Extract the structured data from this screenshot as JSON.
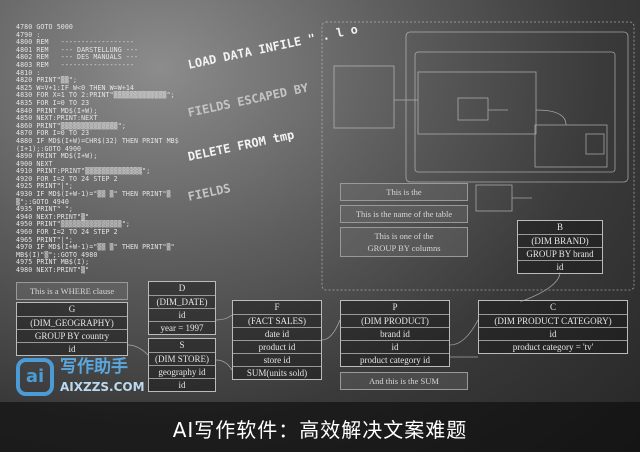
{
  "code_lines": [
    "4780 GOTO 5000",
    "4790 :",
    "4800 REM   ------------------",
    "4801 REM   --- DARSTELLUNG ---",
    "4802 REM   --- DES MANUALS ---",
    "4803 REM   ------------------",
    "4810 :",
    "4820 PRINT\"▒▒\";",
    "4825 W=V+1:IF W<0 THEN W=W+14",
    "4830 FOR X=1 TO 2:PRINT\"▒▒▒▒▒▒▒▒▒▒▒▒▒\";",
    "4835 FOR I=0 TO 23",
    "4840 PRINT MD$(I+W);",
    "4850 NEXT:PRINT:NEXT",
    "4860 PRINT\"▒▒▒▒▒▒▒▒▒▒▒▒▒▒\";",
    "4870 FOR I=0 TO 23",
    "4880 IF MD$(I+W)=CHR$(32) THEN PRINT MB$",
    "(I+1);:GOTO 4900",
    "4890 PRINT MD$(I+W);",
    "4900 NEXT",
    "4910 PRINT:PRINT\"▒▒▒▒▒▒▒▒▒▒▒▒▒▒\";",
    "4920 FOR I=2 TO 24 STEP 2",
    "4925 PRINT\"|\";",
    "4930 IF MD$(I+W-1)=\"▒▒ ▒\" THEN PRINT\"▒",
    "▒\";:GOTO 4940",
    "4935 PRINT\" \";",
    "4940 NEXT:PRINT\"▒\"",
    "4950 PRINT\"▒▒▒▒▒▒▒▒▒▒▒▒▒▒▒\";",
    "4960 FOR I=2 TO 24 STEP 2",
    "4965 PRINT\"|\";",
    "4970 IF MD$(I+W-1)=\"▒▒ ▒\" THEN PRINT\"▒\"",
    "MB$(I)\"▒\";:GOTO 4980",
    "4975 PRINT MB$(I);",
    "4980 NEXT:PRINT\"▒\""
  ],
  "sql": {
    "line1": "DELETE FROM tmp",
    "line2": "LOAD DATA INFILE \"  . l o",
    "line3": "FIELDS ESCAPED BY",
    "line4": "FIELDS"
  },
  "tables": {
    "date": [
      "D",
      "(DIM_DATE)",
      "id",
      "year = 1997"
    ],
    "fact": [
      "F",
      "(FACT SALES)",
      "date id",
      "product id",
      "store id",
      "SUM(units sold)"
    ],
    "store": [
      "S",
      "(DIM STORE)",
      "geography id",
      "id"
    ],
    "geo": [
      "G",
      "(DIM_GEOGRAPHY)",
      "GROUP BY country",
      "id"
    ],
    "product": [
      "P",
      "(DIM PRODUCT)",
      "brand id",
      "id",
      "product category id"
    ],
    "category": [
      "C",
      "(DIM PRODUCT CATEGORY)",
      "id",
      "product category = 'tv'"
    ],
    "brand": [
      "B",
      "(DIM BRAND)",
      "GROUP BY brand",
      "id"
    ]
  },
  "notes": {
    "where": "This is a WHERE clause",
    "this_is": "This is the",
    "table_name": "This is the name of the table",
    "group_by_1": "This is one of the",
    "group_by_2": "GROUP BY columns",
    "sum": "And this is the SUM"
  },
  "watermark": {
    "mark": "ai",
    "name": "写作助手",
    "url": "AIXZZS.COM",
    "color": "#4a9bd6"
  },
  "caption": "AI写作软件：高效解决文案难题"
}
